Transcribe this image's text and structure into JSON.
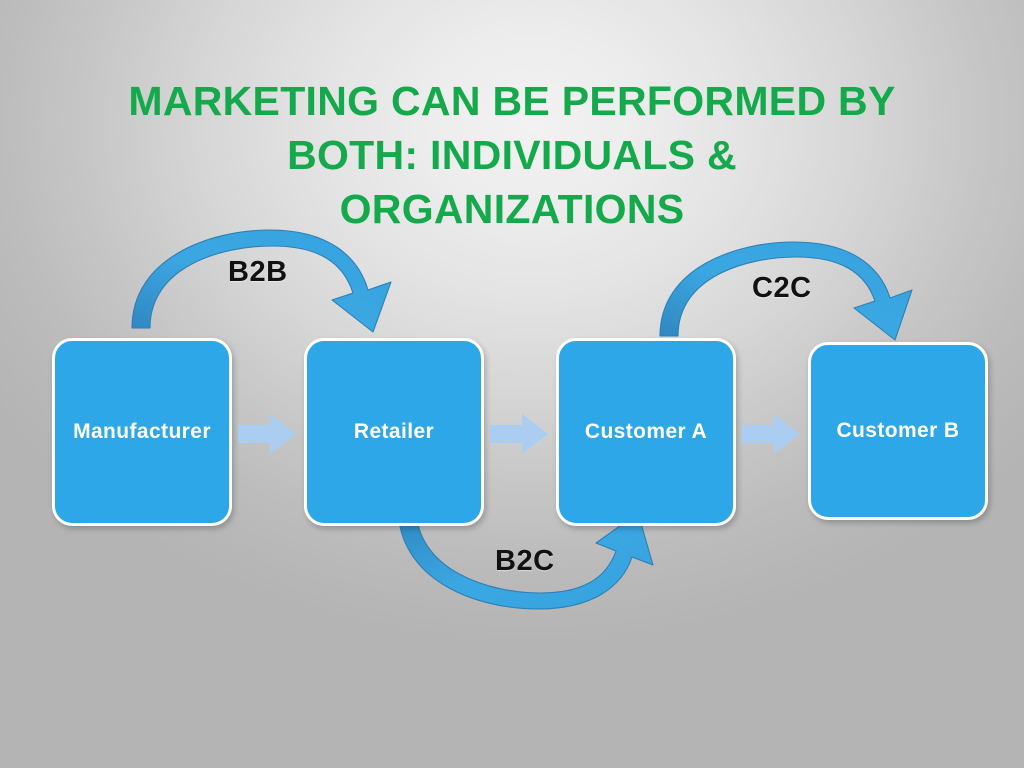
{
  "slide": {
    "title": "MARKETING CAN BE PERFORMED BY\nBOTH: INDIVIDUALS &\nORGANIZATIONS",
    "title_color": "#14a94b",
    "background_light": "#f2f2f2",
    "background_dark": "#b4b4b4"
  },
  "diagram": {
    "node_fill": "#2ea7e8",
    "node_border": "#ffffff",
    "node_text_color": "#ffffff",
    "connector_color": "#abcdf2",
    "curve_color": "#3ba7e2",
    "curve_label_color": "#111111",
    "nodes": [
      {
        "label": "Manufacturer"
      },
      {
        "label": "Retailer"
      },
      {
        "label": "Customer A"
      },
      {
        "label": "Customer B"
      }
    ],
    "connectors": [
      {
        "from": "Manufacturer",
        "to": "Retailer"
      },
      {
        "from": "Retailer",
        "to": "Customer A"
      },
      {
        "from": "Customer A",
        "to": "Customer B"
      }
    ],
    "curved_flows": [
      {
        "label": "B2B",
        "from": "Manufacturer",
        "to": "Retailer",
        "direction": "over"
      },
      {
        "label": "C2C",
        "from": "Customer A",
        "to": "Customer B",
        "direction": "over"
      },
      {
        "label": "B2C",
        "from": "Retailer",
        "to": "Customer A",
        "direction": "under"
      }
    ]
  }
}
